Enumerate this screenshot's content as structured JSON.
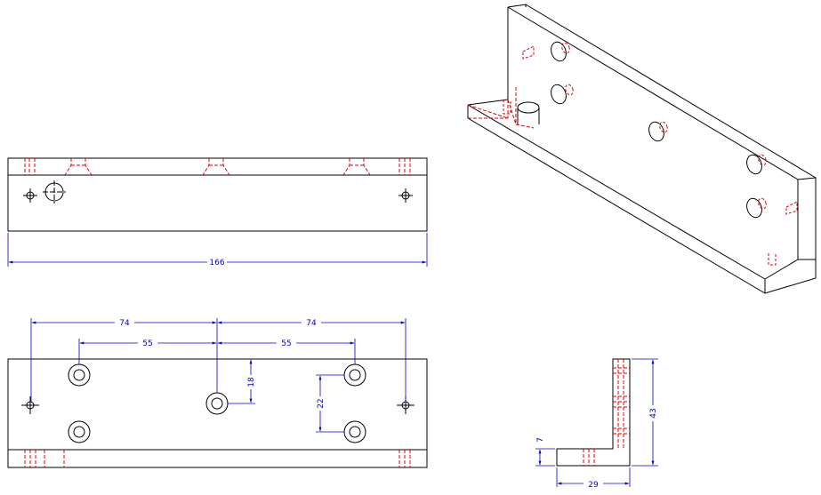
{
  "colors": {
    "outline": "#000000",
    "hidden": "#e00000",
    "dimension": "#0000cc",
    "background": "#ffffff"
  },
  "dimensions": {
    "top_overall": "166",
    "front_left_74": "74",
    "front_right_74": "74",
    "front_left_55": "55",
    "front_right_55": "55",
    "front_vertical_18": "18",
    "front_vertical_22": "22",
    "side_height_43": "43",
    "side_thickness_7": "7",
    "side_width_29": "29"
  }
}
